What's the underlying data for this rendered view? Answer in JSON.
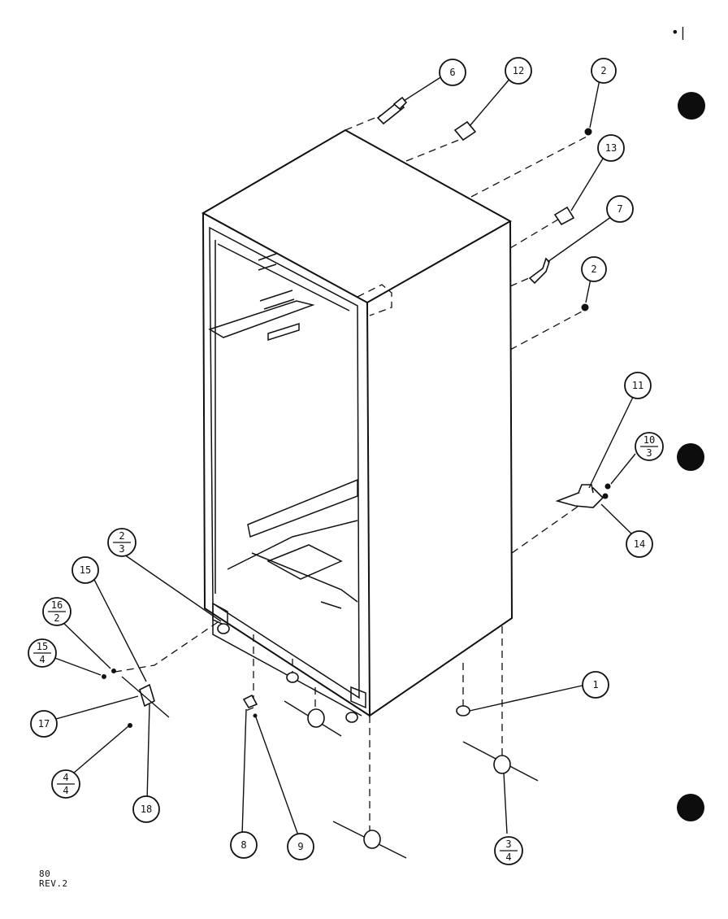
{
  "corner_mark": "•|",
  "footer": {
    "code": "80",
    "revision": "REV.2"
  },
  "callouts": [
    {
      "id": "c6",
      "label": "6"
    },
    {
      "id": "c12",
      "label": "12"
    },
    {
      "id": "c2a",
      "label": "2"
    },
    {
      "id": "c13",
      "label": "13"
    },
    {
      "id": "c7",
      "label": "7"
    },
    {
      "id": "c2b",
      "label": "2"
    },
    {
      "id": "c11",
      "label": "11"
    },
    {
      "id": "c10_3",
      "top": "10",
      "bottom": "3"
    },
    {
      "id": "c14",
      "label": "14"
    },
    {
      "id": "c2_3",
      "top": "2",
      "bottom": "3"
    },
    {
      "id": "c15",
      "label": "15"
    },
    {
      "id": "c16_2",
      "top": "16",
      "bottom": "2"
    },
    {
      "id": "c15_4",
      "top": "15",
      "bottom": "4"
    },
    {
      "id": "c17",
      "label": "17"
    },
    {
      "id": "c4_4",
      "top": "4",
      "bottom": "4"
    },
    {
      "id": "c18",
      "label": "18"
    },
    {
      "id": "c8",
      "label": "8"
    },
    {
      "id": "c9",
      "label": "9"
    },
    {
      "id": "c1",
      "label": "1"
    },
    {
      "id": "c3_4",
      "top": "3",
      "bottom": "4"
    }
  ]
}
